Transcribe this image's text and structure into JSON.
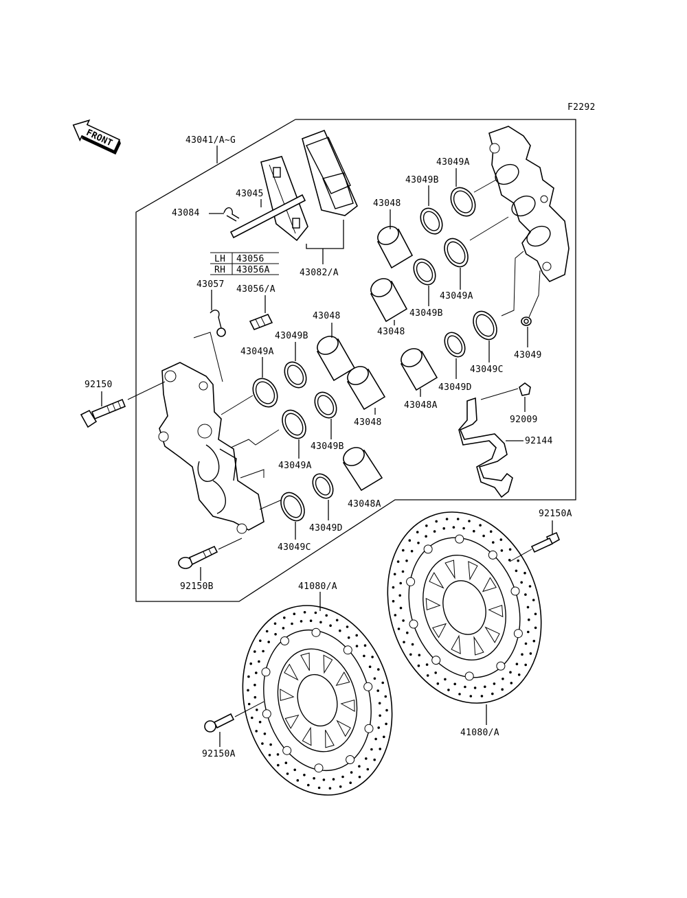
{
  "figure_code": "F2292",
  "front_arrow_text": "FRONT",
  "labels": {
    "caliper_assy": "43041/A~G",
    "p43084": "43084",
    "p43045": "43045",
    "pads": "43082/A",
    "lh": "LH",
    "rh": "RH",
    "lh_part": "43056",
    "rh_part": "43056A",
    "p43057": "43057",
    "bleeder": "43056/A",
    "bolt_92150": "92150",
    "bolt_92150b": "92150B",
    "bolt_92150a_top": "92150A",
    "bolt_92150a_bottom": "92150A",
    "disc_left": "41080/A",
    "disc_right": "41080/A",
    "p92009": "92009",
    "p92144": "92144",
    "r_43049a_top": "43049A",
    "r_43049b_top": "43049B",
    "r_43048_top": "43048",
    "r_43048_mid": "43048",
    "r_43049b_mid": "43049B",
    "r_43049a_mid": "43049A",
    "r_43049": "43049",
    "r_43049c": "43049C",
    "r_43049d": "43049D",
    "r_43048a": "43048A",
    "l_43048_top": "43048",
    "l_43049b_top": "43049B",
    "l_43049a_top": "43049A",
    "l_43048_mid": "43048",
    "l_43049b_mid": "43049B",
    "l_43049a_mid": "43049A",
    "l_43048a": "43048A",
    "l_43049d": "43049D",
    "l_43049c": "43049C"
  }
}
